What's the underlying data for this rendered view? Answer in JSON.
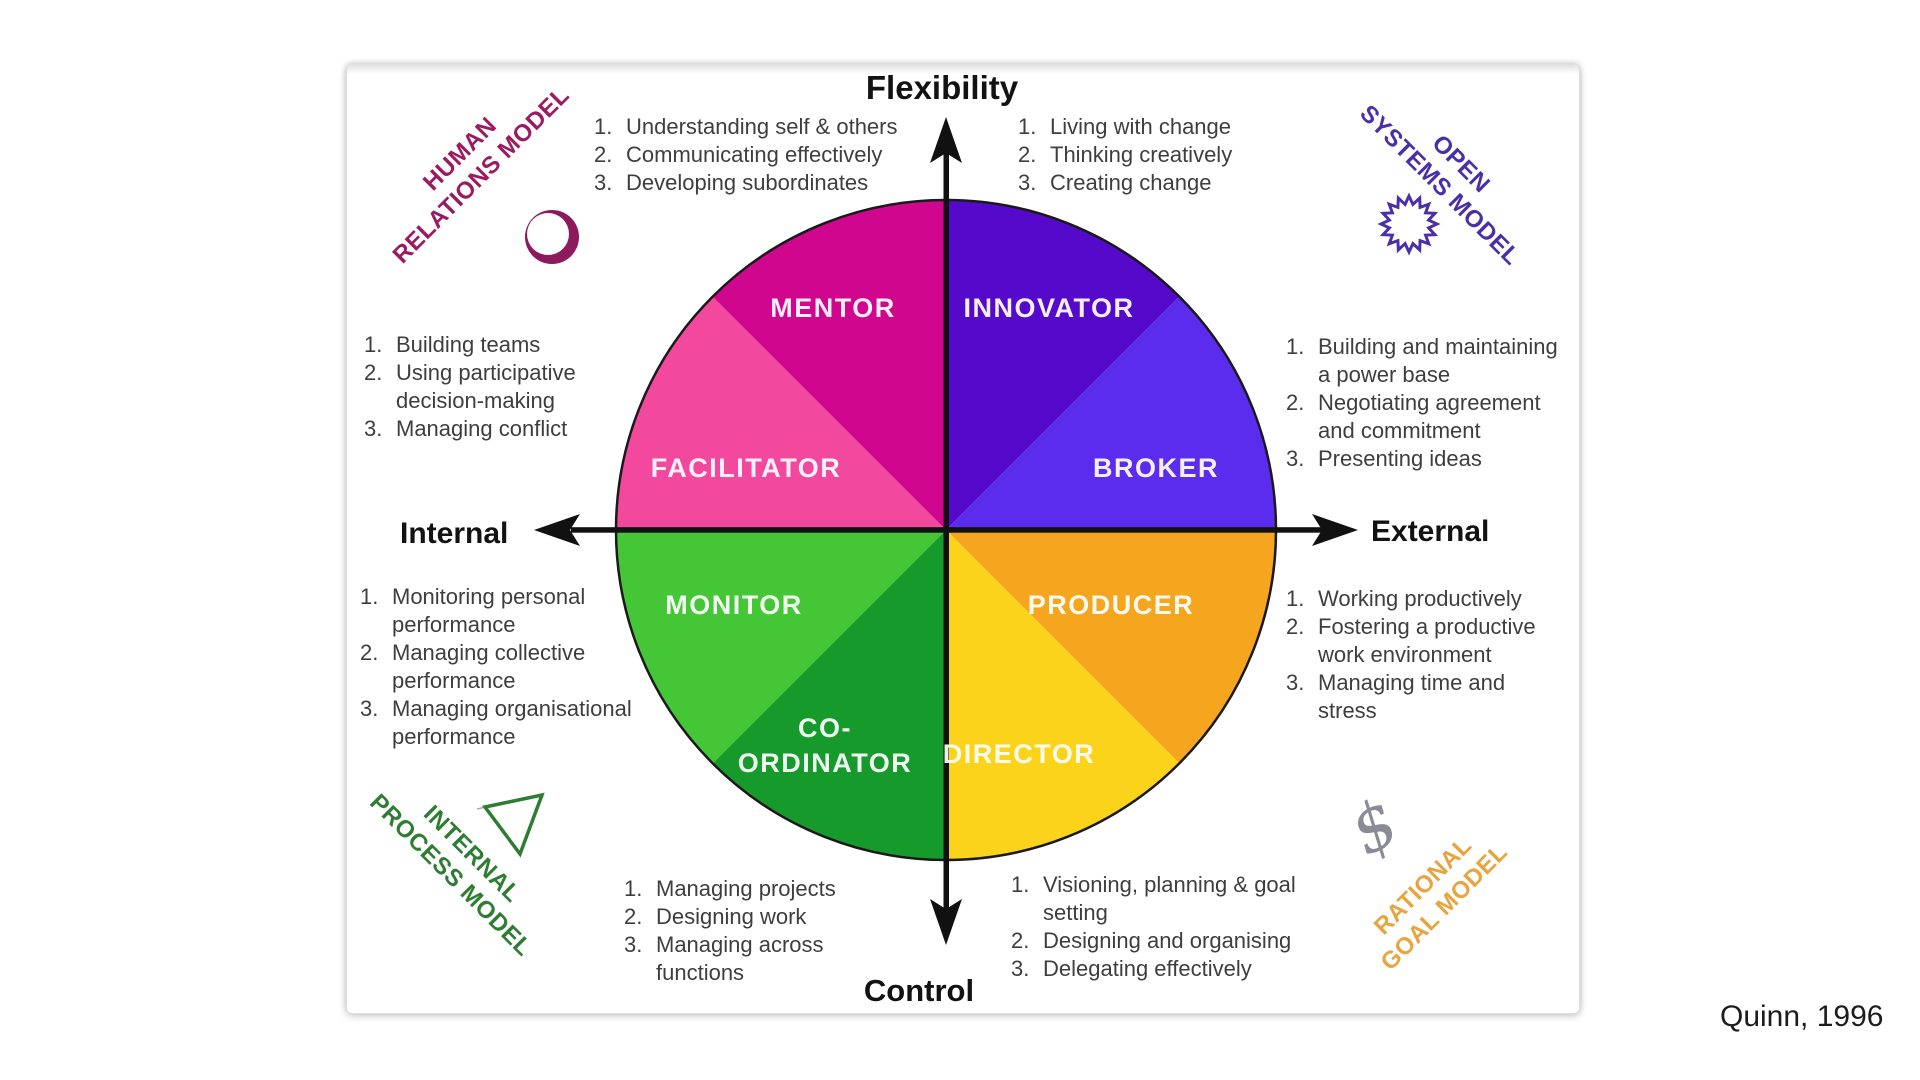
{
  "attribution": "Quinn, 1996",
  "axes": {
    "top": "Flexibility",
    "bottom": "Control",
    "left": "Internal",
    "right": "External"
  },
  "models": {
    "human_relations": {
      "line1": "HUMAN",
      "line2": "RELATIONS MODEL",
      "icon": "crescent-circle",
      "color": "#9B1B60"
    },
    "open_systems": {
      "line1": "OPEN",
      "line2": "SYSTEMS MODEL",
      "icon": "gear-sun",
      "color": "#4B2FA8"
    },
    "internal_process": {
      "line1": "INTERNAL",
      "line2": "PROCESS MODEL",
      "icon": "triangle-outline",
      "color": "#2E7D32"
    },
    "rational_goal": {
      "line1": "RATIONAL",
      "line2": "GOAL MODEL",
      "icon": "dollar-sign",
      "color": "#E8A43F"
    },
    "dollar_glyph": "$"
  },
  "roles": {
    "mentor": "MENTOR",
    "innovator": "INNOVATOR",
    "facilitator": "FACILITATOR",
    "broker": "BROKER",
    "monitor": "MONITOR",
    "producer": "PRODUCER",
    "coordinator_line1": "CO-",
    "coordinator_line2": "ORDINATOR",
    "director": "DIRECTOR"
  },
  "colors": {
    "sectors": {
      "mentor": "#D1068E",
      "facilitator": "#F2499E",
      "innovator": "#5409CB",
      "broker": "#5B2BEE",
      "monitor": "#45C636",
      "coordinator": "#169A2C",
      "director": "#FCD31B",
      "producer": "#F6A51F"
    },
    "axis": "#111111",
    "wheel_outline": "#1a1a1a"
  },
  "lists": {
    "mentor": {
      "items": [
        {
          "n": "1.",
          "t": "Understanding self & others"
        },
        {
          "n": "2.",
          "t": "Communicating effectively"
        },
        {
          "n": "3.",
          "t": "Developing subordinates"
        }
      ]
    },
    "innovator": {
      "items": [
        {
          "n": "1.",
          "t": "Living with change"
        },
        {
          "n": "2.",
          "t": "Thinking creatively"
        },
        {
          "n": "3.",
          "t": "Creating change"
        }
      ]
    },
    "facilitator": {
      "items": [
        {
          "n": "1.",
          "t": "Building teams"
        },
        {
          "n": "2.",
          "t": "Using participative decision-making"
        },
        {
          "n": "3.",
          "t": "Managing conflict"
        }
      ]
    },
    "broker": {
      "items": [
        {
          "n": "1.",
          "t": "Building and maintaining a power base"
        },
        {
          "n": "2.",
          "t": "Negotiating agreement and commitment"
        },
        {
          "n": "3.",
          "t": "Presenting ideas"
        }
      ]
    },
    "monitor": {
      "items": [
        {
          "n": "1.",
          "t": "Monitoring personal performance"
        },
        {
          "n": "2.",
          "t": "Managing collective performance"
        },
        {
          "n": "3.",
          "t": "Managing organisational performance"
        }
      ]
    },
    "producer": {
      "items": [
        {
          "n": "1.",
          "t": "Working productively"
        },
        {
          "n": "2.",
          "t": "Fostering a productive work environment"
        },
        {
          "n": "3.",
          "t": "Managing time and stress"
        }
      ]
    },
    "coordinator": {
      "items": [
        {
          "n": "1.",
          "t": "Managing projects"
        },
        {
          "n": "2.",
          "t": "Designing work"
        },
        {
          "n": "3.",
          "t": "Managing across functions"
        }
      ]
    },
    "director": {
      "items": [
        {
          "n": "1.",
          "t": "Visioning, planning & goal setting"
        },
        {
          "n": "2.",
          "t": "Designing and organising"
        },
        {
          "n": "3.",
          "t": "Delegating effectively"
        }
      ]
    }
  }
}
